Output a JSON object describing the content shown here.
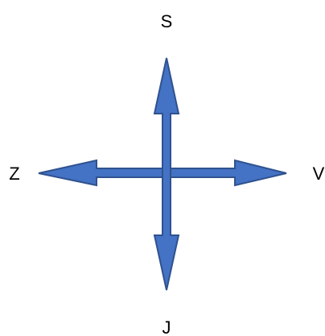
{
  "labels": {
    "north": "S",
    "south": "J",
    "west": "Z",
    "east": "V"
  },
  "colors": {
    "arrow_fill": "#4472C4",
    "arrow_stroke": "#2F528F",
    "text": "#000000"
  }
}
